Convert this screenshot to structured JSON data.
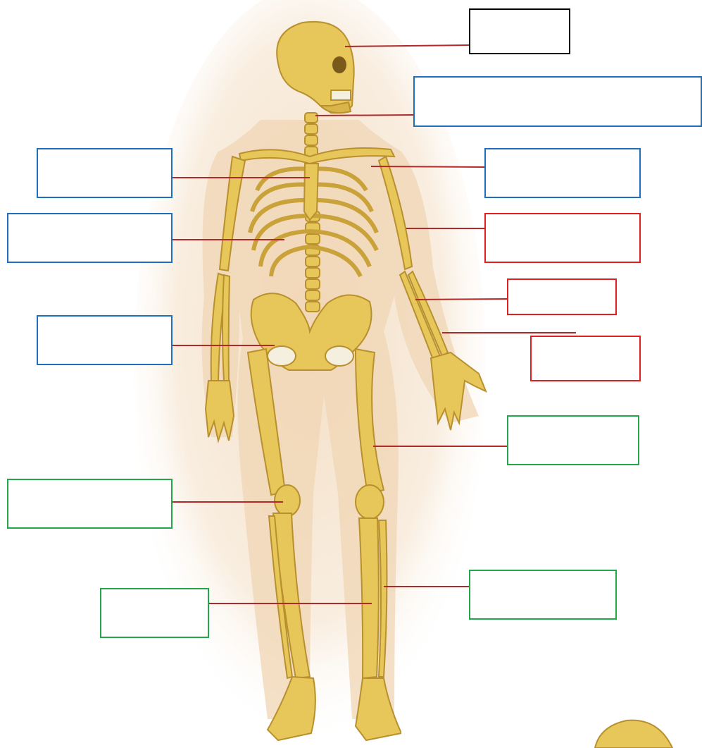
{
  "colors": {
    "background": "#ffffff",
    "bone": "#e8c75a",
    "bone_shadow": "#c9a23a",
    "skin_halo": "#f3dcc0",
    "leader_line": "#b02a2a",
    "box_black": "#000000",
    "box_blue": "#1f6fbf",
    "box_red": "#e02020",
    "box_green": "#22a84a"
  },
  "labels": [
    {
      "id": "skull",
      "text": "",
      "color": "box_black"
    },
    {
      "id": "spine",
      "text": "",
      "color": "box_blue"
    },
    {
      "id": "sternum",
      "text": "",
      "color": "box_blue"
    },
    {
      "id": "ribs",
      "text": "",
      "color": "box_blue"
    },
    {
      "id": "pelvis",
      "text": "",
      "color": "box_blue"
    },
    {
      "id": "clavicle",
      "text": "",
      "color": "box_blue"
    },
    {
      "id": "humerus",
      "text": "",
      "color": "box_red"
    },
    {
      "id": "radius",
      "text": "",
      "color": "box_red"
    },
    {
      "id": "ulna",
      "text": "",
      "color": "box_red"
    },
    {
      "id": "femur",
      "text": "",
      "color": "box_green"
    },
    {
      "id": "patella",
      "text": "",
      "color": "box_green"
    },
    {
      "id": "tibia",
      "text": "",
      "color": "box_green"
    },
    {
      "id": "fibula",
      "text": "",
      "color": "box_green"
    }
  ]
}
